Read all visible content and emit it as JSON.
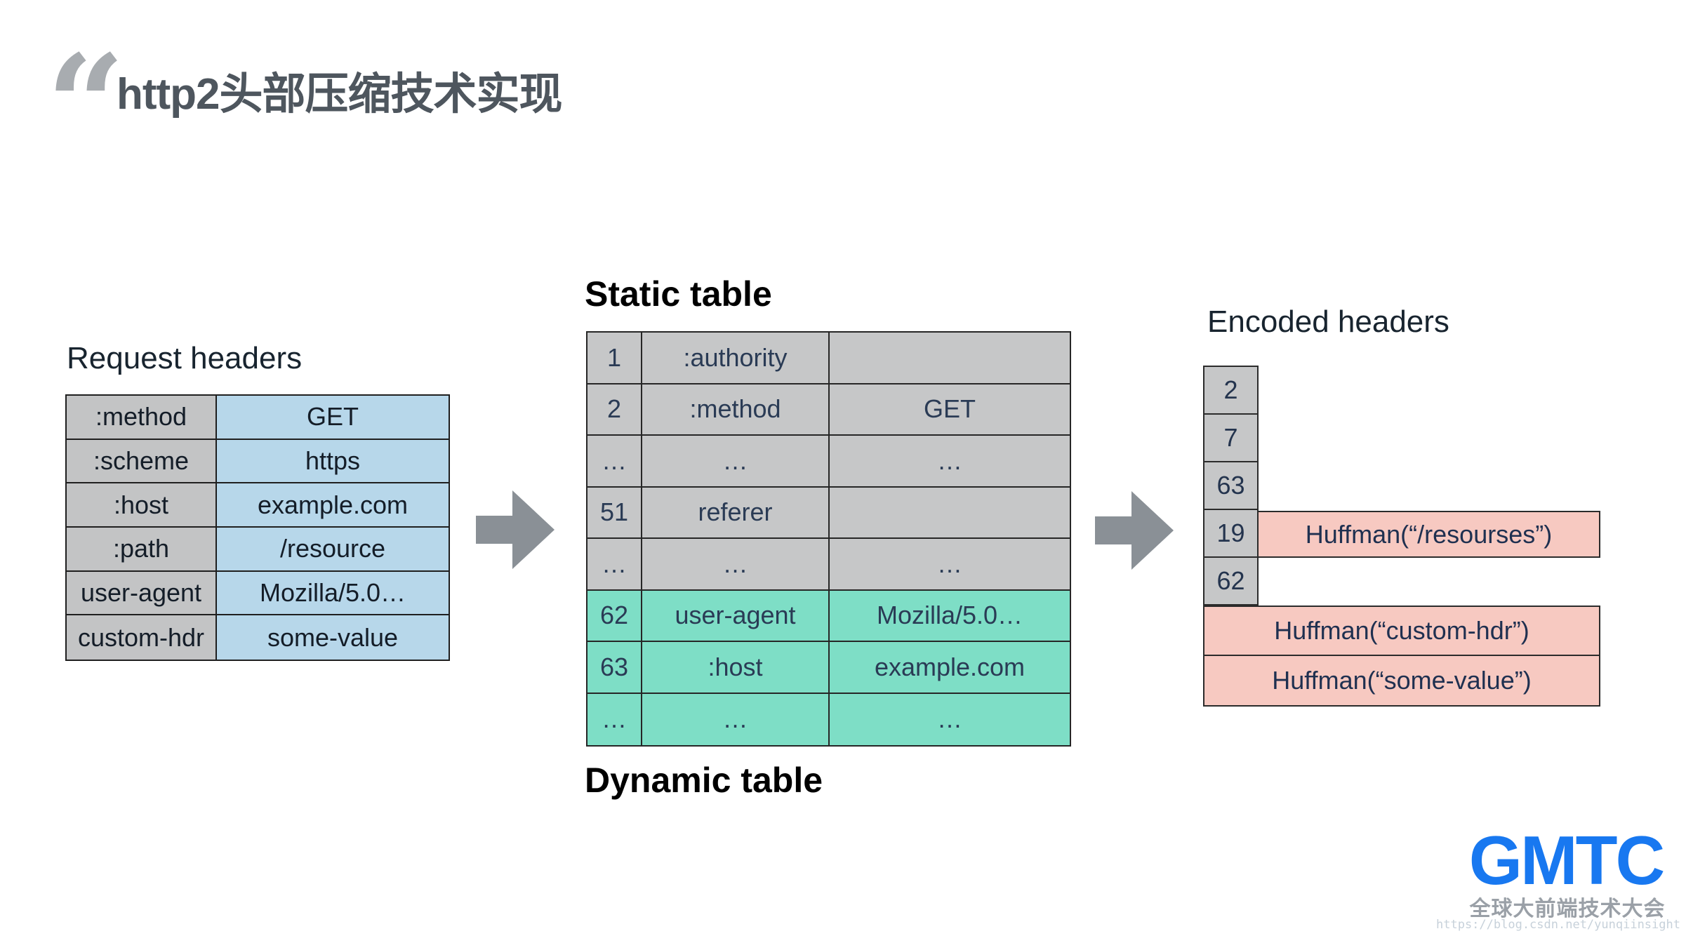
{
  "title": {
    "quote_glyph": "“",
    "text": "http2头部压缩技术实现"
  },
  "request_headers": {
    "label": "Request headers",
    "rows": [
      {
        "name": ":method",
        "value": "GET"
      },
      {
        "name": ":scheme",
        "value": "https"
      },
      {
        "name": ":host",
        "value": "example.com"
      },
      {
        "name": ":path",
        "value": "/resource"
      },
      {
        "name": "user-agent",
        "value": "Mozilla/5.0…"
      },
      {
        "name": "custom-hdr",
        "value": "some-value"
      }
    ]
  },
  "static_table": {
    "label": "Static table",
    "rows": [
      {
        "index": "1",
        "name": ":authority",
        "value": ""
      },
      {
        "index": "2",
        "name": ":method",
        "value": "GET"
      },
      {
        "index": "…",
        "name": "…",
        "value": "…"
      },
      {
        "index": "51",
        "name": "referer",
        "value": ""
      },
      {
        "index": "…",
        "name": "…",
        "value": "…"
      },
      {
        "index": "62",
        "name": "user-agent",
        "value": "Mozilla/5.0…"
      },
      {
        "index": "63",
        "name": ":host",
        "value": "example.com"
      },
      {
        "index": "…",
        "name": "…",
        "value": "…"
      }
    ]
  },
  "dynamic_table": {
    "label": "Dynamic table"
  },
  "encoded_headers": {
    "label": "Encoded headers",
    "indices": [
      "2",
      "7",
      "63",
      "19",
      "62"
    ],
    "huffman_inline": "Huffman(“/resourses”)",
    "huffman_blocks": [
      "Huffman(“custom-hdr”)",
      "Huffman(“some-value”)"
    ]
  },
  "branding": {
    "logo_text": "GMTC",
    "logo_subtitle": "全球大前端技术大会",
    "watermark": "https://blog.csdn.net/yunqiinsight"
  },
  "colors": {
    "request_name_bg": "#c3c4c5",
    "request_value_bg": "#b7d7ea",
    "static_bg": "#c6c7c8",
    "dynamic_bg": "#7edec6",
    "huffman_bg": "#f7c9c1",
    "arrow": "#8a9096",
    "logo_blue": "#1878f0",
    "table_text": "#2a3b55",
    "title_text": "#4e565e"
  }
}
